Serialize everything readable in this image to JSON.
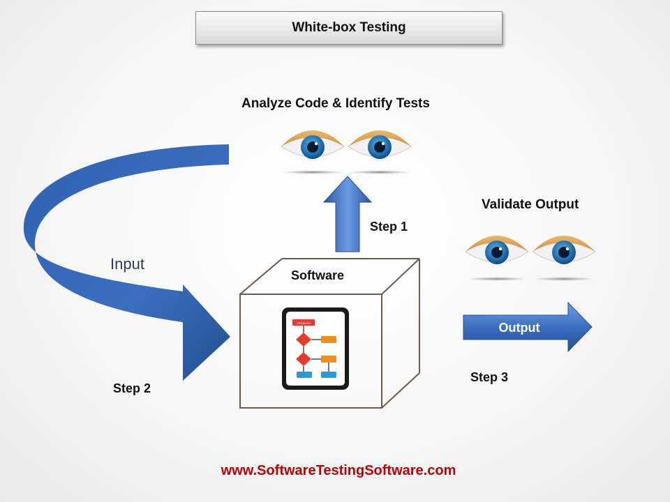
{
  "title": "White-box Testing",
  "labels": {
    "analyze": "Analyze Code & Identify Tests",
    "validate": "Validate Output",
    "step1": "Step 1",
    "step2": "Step 2",
    "step3": "Step 3",
    "input": "Input",
    "software": "Software",
    "output": "Output"
  },
  "footer_url": "www.SoftwareTestingSoftware.com",
  "flowchart_top_label": "PROBLEM",
  "colors": {
    "arrow_blue": "#2f62b0",
    "eye_iris": "#1e6fb0",
    "url_red": "#c00000",
    "flow_red": "#e53b2c",
    "flow_orange": "#f08c1e",
    "flow_blue": "#2d9ad8"
  }
}
